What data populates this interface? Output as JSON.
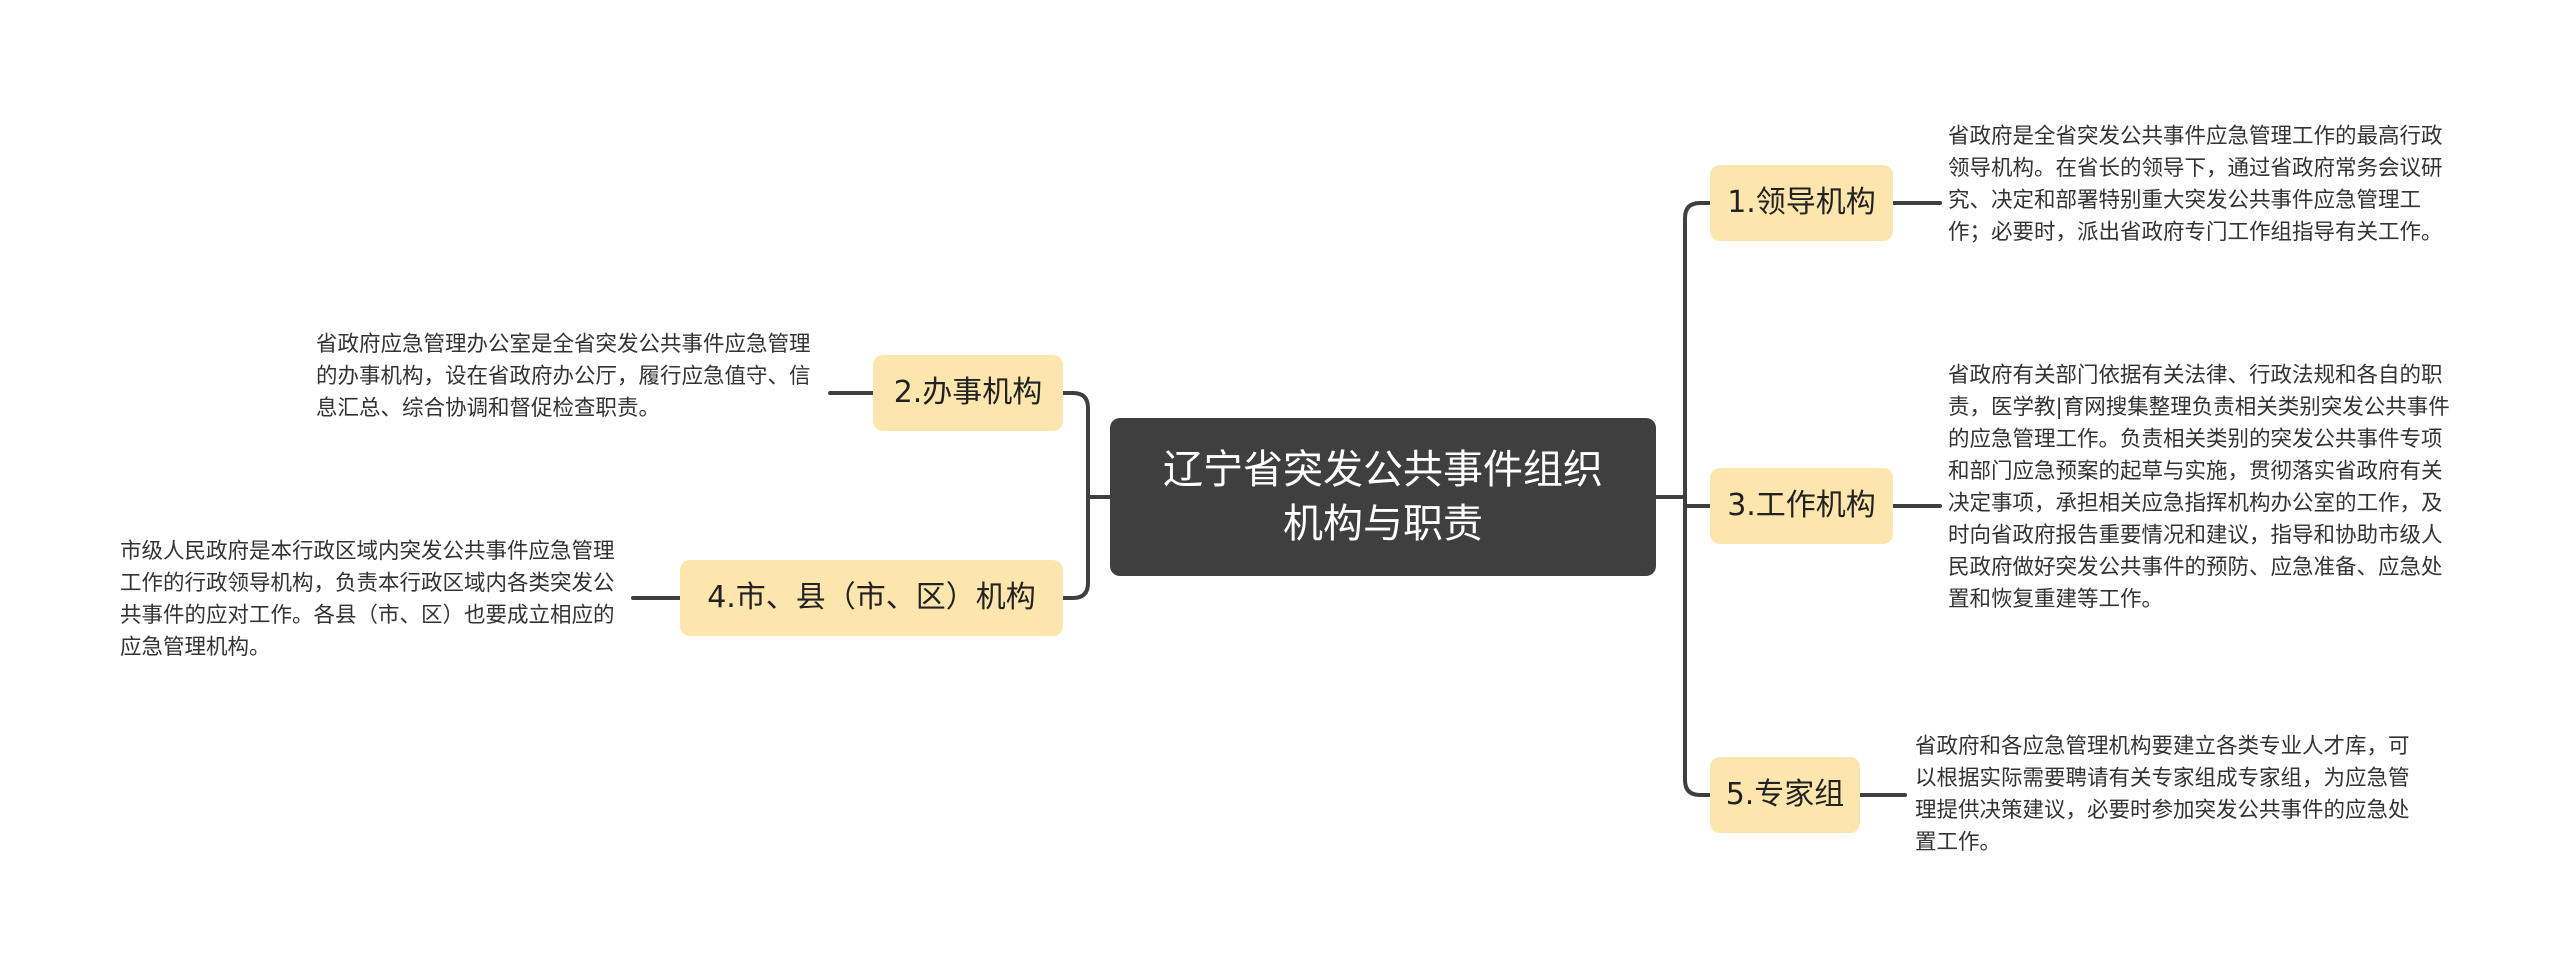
{
  "center": {
    "title": "辽宁省突发公共事件组织\n机构与职责"
  },
  "branches": [
    {
      "label": "1.领导机构",
      "desc": "省政府是全省突发公共事件应急管理工作的最高行政领导机构。在省长的领导下，通过省政府常务会议研究、决定和部署特别重大突发公共事件应急管理工作；必要时，派出省政府专门工作组指导有关工作。"
    },
    {
      "label": "2.办事机构",
      "desc": "省政府应急管理办公室是全省突发公共事件应急管理的办事机构，设在省政府办公厅，履行应急值守、信息汇总、综合协调和督促检查职责。"
    },
    {
      "label": "3.工作机构",
      "desc": "省政府有关部门依据有关法律、行政法规和各自的职责，医学教|育网搜集整理负责相关类别突发公共事件的应急管理工作。负责相关类别的突发公共事件专项和部门应急预案的起草与实施，贯彻落实省政府有关决定事项，承担相关应急指挥机构办公室的工作，及时向省政府报告重要情况和建议，指导和协助市级人民政府做好突发公共事件的预防、应急准备、应急处置和恢复重建等工作。"
    },
    {
      "label": "4.市、县（市、区）机构",
      "desc": "市级人民政府是本行政区域内突发公共事件应急管理工作的行政领导机构，负责本行政区域内各类突发公共事件的应对工作。各县（市、区）也要成立相应的应急管理机构。"
    },
    {
      "label": "5.专家组",
      "desc": "省政府和各应急管理机构要建立各类专业人才库，可以根据实际需要聘请有关专家组成专家组，为应急管理提供决策建议，必要时参加突发公共事件的应急处置工作。"
    }
  ]
}
